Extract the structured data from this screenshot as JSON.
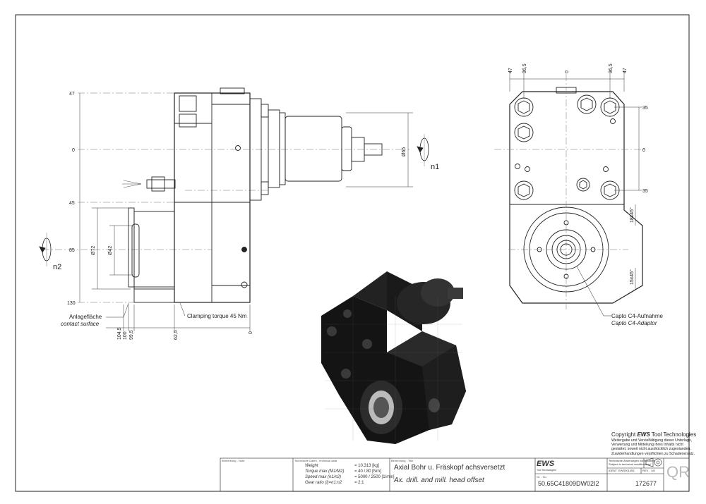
{
  "views": {
    "side": {
      "dims_left": [
        "47",
        "0",
        "45",
        "85",
        "130"
      ],
      "dia_72": "Ø72",
      "dia_42": "Ø42",
      "dia_65": "Ø65",
      "rot_left": "n2",
      "rot_right": "n1",
      "contact_de": "Anlagefläche",
      "contact_en": "contact surface",
      "clamping": "Clamping torque 45 Nm",
      "dims_bottom": [
        "104,5",
        "100",
        "99,5",
        "62,5",
        "0"
      ]
    },
    "front": {
      "dims_top": [
        "47",
        "36,5",
        "0",
        "36,5",
        "47"
      ],
      "dims_right": [
        "35",
        "0",
        "35"
      ],
      "chamfer_top": "18x45°",
      "chamfer_bottom": "15x45°",
      "capto_de": "Capto C4-Aufnahme",
      "capto_en": "Capto C4-Adaptor"
    }
  },
  "copyright": {
    "prefix": "Copyright ",
    "brand": "EWS",
    "suffix": " Tool Technologies",
    "lines": [
      "Weitergabe und Vervielfältigung dieser Unterlage,",
      "Verwertung und Mitteilung ihres Inhalts nicht",
      "gestattet, soweit nicht ausdrücklich zugestanden.",
      "Zuwiderhandlungen verpflichten zu Schadenersatz."
    ]
  },
  "title_block": {
    "remark_label": "Bemerkung - Note",
    "tech_label": "Technische Daten - technical data",
    "name_label": "Benennung - Title",
    "specs": [
      {
        "label": "Weight",
        "value": "= 10.313 [kg]"
      },
      {
        "label": "Torque max (M1/M2)",
        "value": "= 40 / 80 [Nm]"
      },
      {
        "label": "Speed max (n1/n2)",
        "value": "= 5000 / 2500 [1/min]"
      },
      {
        "label": "Gear ratio (i)=n1:n2",
        "value": "= 2:1"
      }
    ],
    "title_de": "Axial Bohr u. Fräskopf achsversetzt",
    "title_en": "Ax. drill. and mill. head offset",
    "logo": "EWS",
    "logo_sub": "Tool Technologies",
    "notice": [
      "Technische Änderungen vorbehalten!",
      "Subject to technical modifications!"
    ],
    "ident_label": "IDENT",
    "ident_value": "EWS001453",
    "rev_label": "REV.",
    "rev_value": "1/8",
    "part_number": "50.65C41809DW02I2",
    "number_label": "Nr. - No.",
    "drawing_no": "172677",
    "qr": "QR"
  }
}
